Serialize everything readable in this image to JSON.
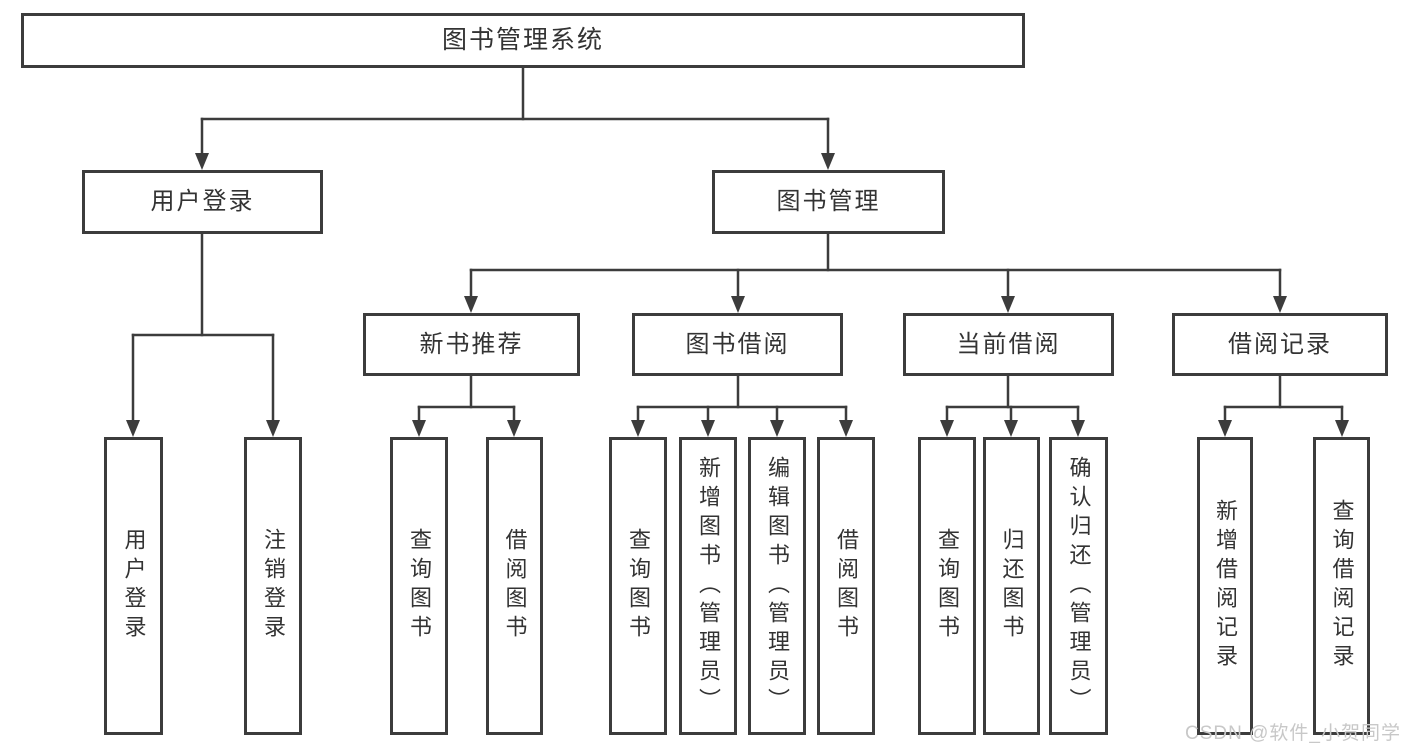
{
  "tree": {
    "root": {
      "label": "图书管理系统"
    },
    "branches": [
      {
        "label": "用户登录",
        "children": [
          {
            "label": "用户登录"
          },
          {
            "label": "注销登录"
          }
        ]
      },
      {
        "label": "图书管理",
        "children": [
          {
            "label": "新书推荐",
            "children": [
              {
                "label": "查询图书"
              },
              {
                "label": "借阅图书"
              }
            ]
          },
          {
            "label": "图书借阅",
            "children": [
              {
                "label": "查询图书"
              },
              {
                "label": "新增图书（管理员）"
              },
              {
                "label": "编辑图书（管理员）"
              },
              {
                "label": "借阅图书"
              }
            ]
          },
          {
            "label": "当前借阅",
            "children": [
              {
                "label": "查询图书"
              },
              {
                "label": "归还图书"
              },
              {
                "label": "确认归还（管理员）"
              }
            ]
          },
          {
            "label": "借阅记录",
            "children": [
              {
                "label": "新增借阅记录"
              },
              {
                "label": "查询借阅记录"
              }
            ]
          }
        ]
      }
    ]
  },
  "watermark": {
    "text": "CSDN @软件_小贺同学"
  },
  "colors": {
    "line": "#3c3c3c",
    "box_border": "#3c3c3c",
    "text": "#333333",
    "watermark": "#c8c8c8",
    "background": "#ffffff"
  }
}
